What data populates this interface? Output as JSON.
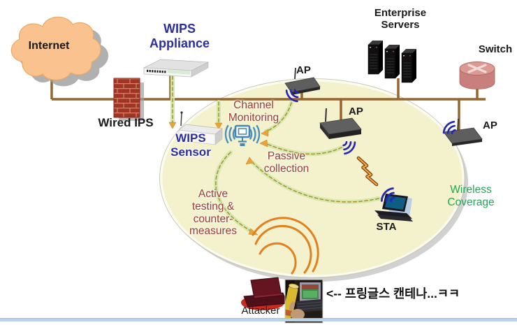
{
  "nodes": {
    "internet": "Internet",
    "wired_ips": "Wired IPS",
    "wips_appliance": "WIPS Appliance",
    "wips_sensor": "WIPS Sensor",
    "enterprise_servers": "Enterprise Servers",
    "switch": "Switch",
    "ap_top": "AP",
    "ap_mid": "AP",
    "ap_right": "AP",
    "sta": "STA",
    "attacker": "Attacker"
  },
  "annotations": {
    "channel_monitoring": "Channel Monitoring",
    "passive_collection": "Passive collection",
    "active_testing": "Active testing & counter-measures",
    "wireless_coverage": "Wireless Coverage",
    "korean_note": "<-- 프링글스 캔테나...ㅋㅋ"
  },
  "icons": {
    "internet_cloud": "cloud-shape",
    "wired_ips_icon": "brick-firewall",
    "wifi_icon": "wireless-signal-arcs",
    "sensor_icon": "monitor-with-radio-waves",
    "switch_icon": "router-cylinder-x-arrows",
    "attack_signal_icon": "antenna-broadcast-arcs",
    "wireless_link_icon": "lightning-bolt",
    "cantenna_photo": "person-holding-pringles-can-at-laptop"
  },
  "colors": {
    "wired_line": "#966631",
    "coverage_fill": "#f4f1cd",
    "annotation_text": "#9e3a28",
    "wips_label_blue": "#2b2f9e",
    "coverage_text_green": "#1fa854",
    "wifi_blue": "#2525b5",
    "attack_signal_orange": "#e2801e",
    "monitor_dash_olive": "#a79327",
    "arrowhead_orange": "#e8a33b",
    "cloud_fill": "#f9c28e",
    "firewall_brick": "#a03524",
    "switch_pink": "#dc9a95"
  }
}
